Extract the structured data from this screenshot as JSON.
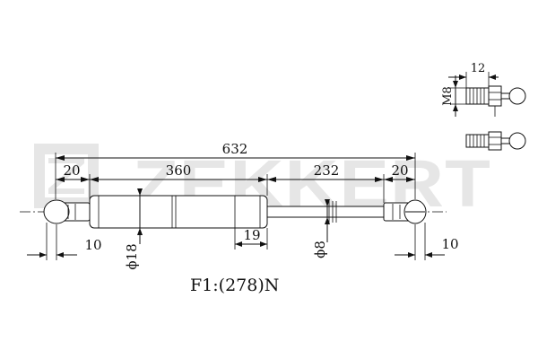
{
  "watermark": {
    "brand": "ZEKKERT"
  },
  "dimensions": {
    "total_length": "632",
    "left_end": "20",
    "cylinder": "360",
    "rod": "232",
    "right_end": "20",
    "left_offset": "10",
    "right_offset": "10",
    "cylinder_diameter": "ϕ18",
    "rod_diameter": "ϕ8",
    "tube_step": "19"
  },
  "detail": {
    "thread_length": "12",
    "thread_size": "M8"
  },
  "force_label": "F1:(278)N"
}
